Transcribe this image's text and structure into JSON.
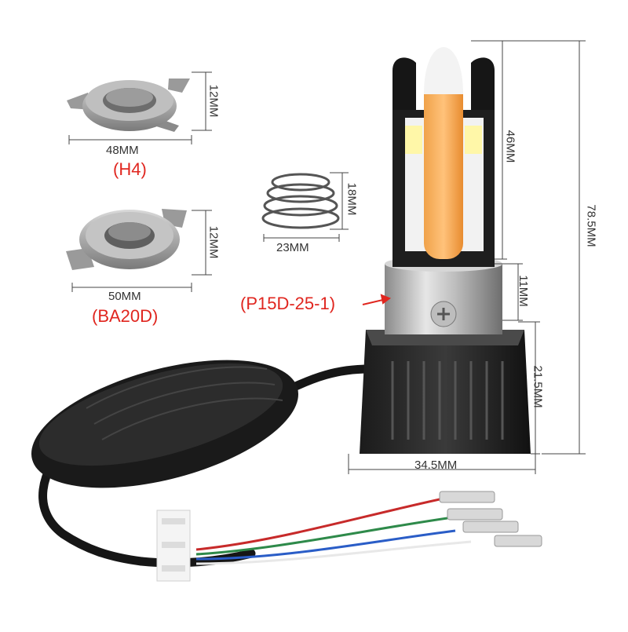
{
  "colors": {
    "accent_red": "#e0261f",
    "dim_text": "#333333",
    "line": "#444444"
  },
  "h4_adapter": {
    "width": "48MM",
    "height": "12MM",
    "type": "(H4)"
  },
  "ba20d_adapter": {
    "width": "50MM",
    "height": "12MM",
    "type": "(BA20D)"
  },
  "spring": {
    "width": "23MM",
    "height": "18MM"
  },
  "bulb": {
    "total_height": "78.5MM",
    "led_height": "46MM",
    "collar_height": "11MM",
    "base_height": "21.5MM",
    "base_width": "34.5MM",
    "base_type": "(P15D-25-1)"
  }
}
